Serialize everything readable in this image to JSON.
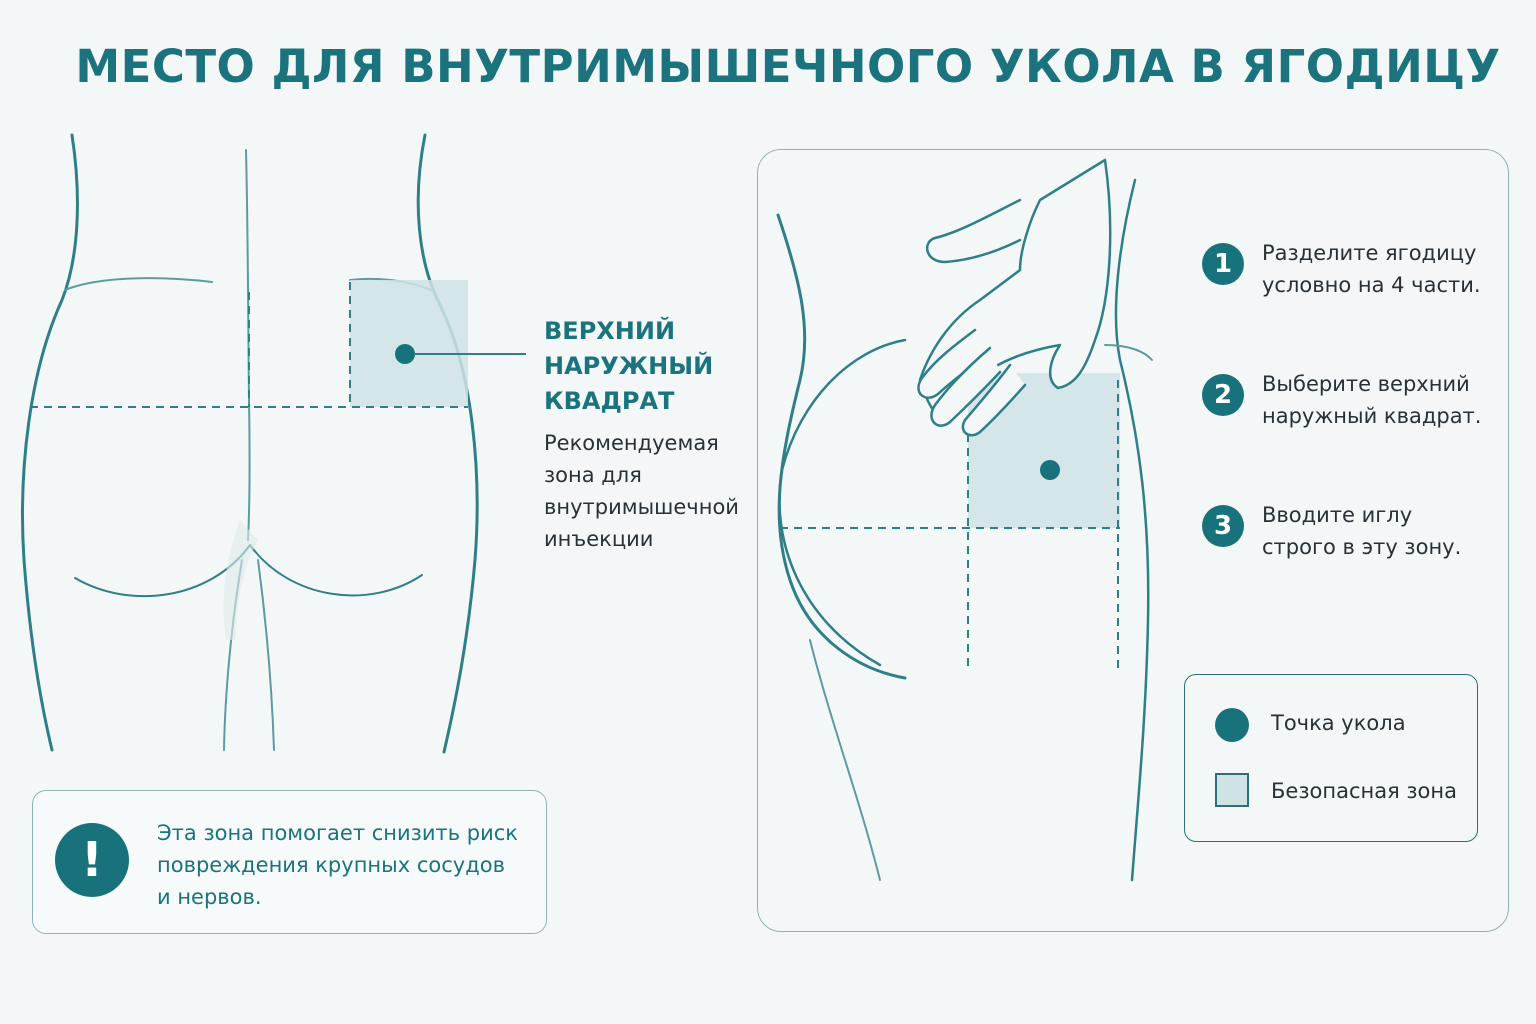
{
  "title": "МЕСТО ДЛЯ ВНУТРИМЫШЕЧНОГО УКОЛА В ЯГОДИЦУ",
  "zone_label": {
    "lines": [
      "ВЕРХНИЙ",
      "НАРУЖНЫЙ",
      "КВАДРАТ"
    ]
  },
  "zone_description": {
    "lines": [
      "Рекомендуемая",
      "зона для",
      "внутримышечной",
      "инъекции"
    ]
  },
  "warning": {
    "icon": "!",
    "lines": [
      "Эта зона помогает снизить риск",
      "повреждения крупных сосудов",
      "и нервов."
    ]
  },
  "steps": [
    {
      "number": "1",
      "lines": [
        "Разделите ягодицу",
        "условно на 4 части."
      ]
    },
    {
      "number": "2",
      "lines": [
        "Выберите верхний",
        "наружный квадрат."
      ]
    },
    {
      "number": "3",
      "lines": [
        "Вводите иглу",
        "строго в эту зону."
      ]
    }
  ],
  "legend": {
    "injection_point": "Точка укола",
    "safe_zone": "Безопасная зона"
  },
  "colors": {
    "accent": "#17727c",
    "title": "#1a737d",
    "zone_fill": "#cfe3e5",
    "outline": "#2e7f88"
  }
}
